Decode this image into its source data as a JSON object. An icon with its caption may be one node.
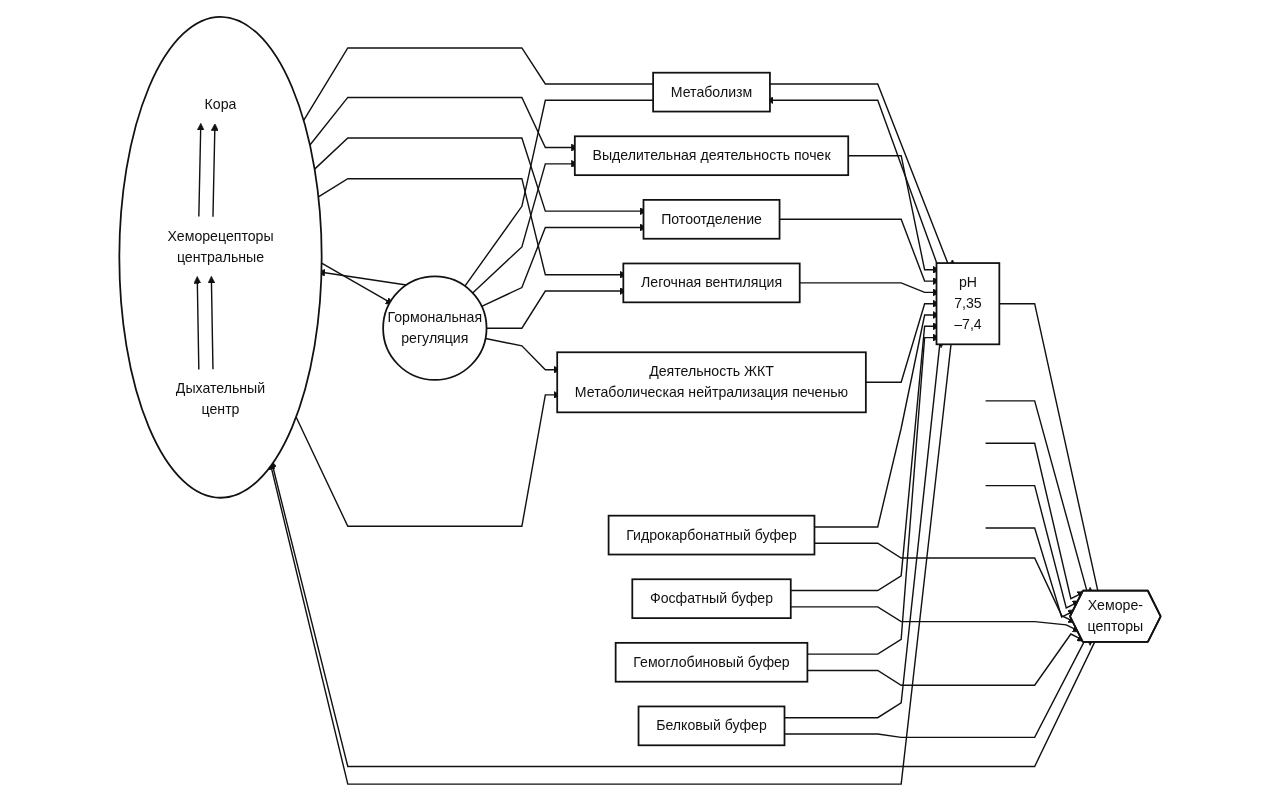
{
  "diagram": {
    "nodes": [
      {
        "text": [],
        "shape": "circle"
      },
      {
        "text": [
          "Кора"
        ],
        "in": 0
      },
      {
        "text": [
          "Хеморецепторы центральные"
        ],
        "in": 0
      },
      {
        "text": [
          "Дыхательный центр"
        ],
        "in": 0
      },
      {
        "text": [
          "Гормональная регуляция"
        ]
      },
      {
        "text": [
          "Выделительная деятельность почек"
        ]
      },
      {
        "text": [
          "Потоотделение"
        ]
      },
      {
        "text": [
          "Легочная вентиляция"
        ]
      },
      {
        "text": [
          "Деятельность ЖКТ",
          "Метаболическая нейтрализация печенью"
        ]
      },
      {
        "text": [
          "Метаболизм"
        ]
      },
      {
        "text": [
          "pH 7,35 –7,4"
        ]
      },
      {
        "text": [
          "Хеморе- цепторы"
        ]
      },
      {
        "text": [
          "Гидрокарбонатный буфер"
        ]
      },
      {
        "text": [
          "Фосфатный буфер"
        ]
      },
      {
        "text": [
          "Гемоглобиновый буфер"
        ]
      },
      {
        "text": [
          "Белковый буфер"
        ]
      }
    ],
    "edges": [
      {
        "from": 3,
        "to": 2,
        "arrow": "to"
      },
      {
        "from": 3,
        "to": 2,
        "arrow": "to"
      },
      {
        "from": 2,
        "to": 1,
        "arrow": "to"
      },
      {
        "from": 2,
        "to": 1,
        "arrow": "to"
      },
      {
        "from": 0,
        "to": 9,
        "arrow": "none"
      },
      {
        "from": 9,
        "to": 10,
        "arrow": "to"
      },
      {
        "from": 10,
        "to": 9,
        "arrow": "to"
      },
      {
        "from": 0,
        "to": 4,
        "arrow": "to"
      },
      {
        "from": 4,
        "to": 0,
        "arrow": "to"
      },
      {
        "from": 4,
        "to": 9,
        "arrow": "none"
      },
      {
        "from": 0,
        "to": 5,
        "arrow": "to"
      },
      {
        "from": 0,
        "to": 6,
        "arrow": "to"
      },
      {
        "from": 0,
        "to": 7,
        "arrow": "to"
      },
      {
        "from": 0,
        "to": 8,
        "arrow": "to"
      },
      {
        "from": 4,
        "to": 5,
        "arrow": "to"
      },
      {
        "from": 4,
        "to": 6,
        "arrow": "to"
      },
      {
        "from": 4,
        "to": 7,
        "arrow": "to"
      },
      {
        "from": 4,
        "to": 8,
        "arrow": "to"
      },
      {
        "from": 5,
        "to": 10,
        "arrow": "to"
      },
      {
        "from": 6,
        "to": 10,
        "arrow": "to"
      },
      {
        "from": 7,
        "to": 10,
        "arrow": "to"
      },
      {
        "from": 8,
        "to": 10,
        "arrow": "to"
      },
      {
        "from": 12,
        "to": 10,
        "arrow": "to"
      },
      {
        "from": 13,
        "to": 10,
        "arrow": "to"
      },
      {
        "from": 14,
        "to": 10,
        "arrow": "to"
      },
      {
        "from": 15,
        "to": 10,
        "arrow": "to"
      },
      {
        "from": 10,
        "to": 11,
        "arrow": "none"
      },
      {
        "from": null,
        "to": 11,
        "arrow": "to"
      },
      {
        "from": null,
        "to": 11,
        "arrow": "to"
      },
      {
        "from": null,
        "to": 11,
        "arrow": "to"
      },
      {
        "from": null,
        "to": 11,
        "arrow": "to"
      },
      {
        "from": 12,
        "to": 11,
        "arrow": "to"
      },
      {
        "from": 13,
        "to": 11,
        "arrow": "to"
      },
      {
        "from": 14,
        "to": 11,
        "arrow": "to"
      },
      {
        "from": 15,
        "to": 11,
        "arrow": "to"
      },
      {
        "from": 10,
        "to": 0,
        "arrow": "to"
      },
      {
        "from": 11,
        "to": 0,
        "arrow": "to"
      }
    ]
  }
}
